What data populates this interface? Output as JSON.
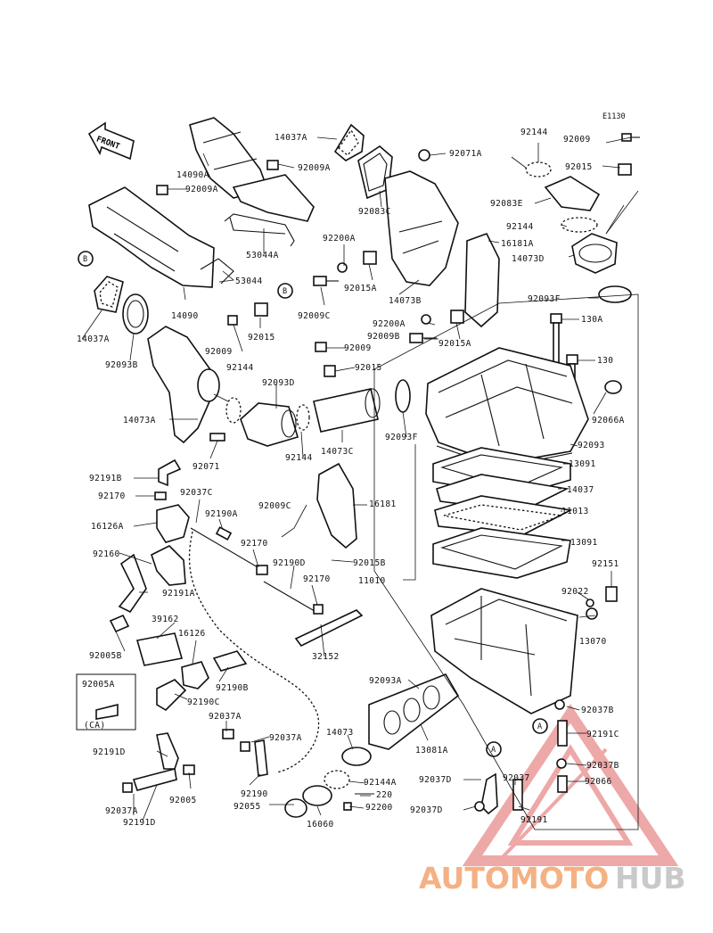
{
  "diagram_code": "E1130",
  "front_label": "FRONT",
  "labels": {
    "l14037A_top": "14037A",
    "l92009A_a": "92009A",
    "l92071A": "92071A",
    "l14090A": "14090A",
    "l92009A_b": "92009A",
    "l92083C": "92083C",
    "l53044A": "53044A",
    "l53044": "53044",
    "l14090": "14090",
    "l14037A_left": "14037A",
    "l92093B": "92093B",
    "l92200A": "92200A",
    "l92015A_a": "92015A",
    "l92009C_a": "92009C",
    "l14073B": "14073B",
    "l92009_a": "92009",
    "l92015_a": "92015",
    "l92200A_b": "92200A",
    "l92009B": "92009B",
    "l92015A_b": "92015A",
    "l92009_b": "92009",
    "l92015_b": "92015",
    "l16181A": "16181A",
    "l14073D": "14073D",
    "l92093F_a": "92093F",
    "l130A": "130A",
    "l130": "130",
    "l92066A": "92066A",
    "l92093": "92093",
    "l13091_a": "13091",
    "l14037": "14037",
    "l11013": "11013",
    "l13091_b": "13091",
    "l92151": "92151",
    "l92022": "92022",
    "l13070": "13070",
    "l11010": "11010",
    "l92144_a": "92144",
    "l92009_c": "92009",
    "l92015_c": "92015",
    "l92083E": "92083E",
    "l92144_b": "92144",
    "l92144_c": "92144",
    "l92093D": "92093D",
    "l92093F_b": "92093F",
    "l14073A": "14073A",
    "l92144_d": "92144",
    "l14073C": "14073C",
    "l92071": "92071",
    "l92191B": "92191B",
    "l92170_a": "92170",
    "l92037C": "92037C",
    "l16126A": "16126A",
    "l92190A": "92190A",
    "l92009C_b": "92009C",
    "l16181": "16181",
    "l92015B": "92015B",
    "l92160": "92160",
    "l92170_b": "92170",
    "l92191A": "92191A",
    "l92190D": "92190D",
    "l92170_c": "92170",
    "l39162": "39162",
    "l16126": "16126",
    "l32152": "32152",
    "l92005B": "92005B",
    "l92190B": "92190B",
    "l92005A": "92005A",
    "l92190C": "92190C",
    "lCA": "(CA)",
    "l92037A_a": "92037A",
    "l92037A_b": "92037A",
    "l92191D_a": "92191D",
    "l92093A": "92093A",
    "l13081A": "13081A",
    "l14073": "14073",
    "l92144A": "92144A",
    "l92037B_a": "92037B",
    "l92191C": "92191C",
    "l92037B_b": "92037B",
    "l92066": "92066",
    "l92037D_a": "92037D",
    "l92037": "92037",
    "l92005": "92005",
    "l92190": "92190",
    "l92055": "92055",
    "l220": "220",
    "l92200": "92200",
    "l16060": "16060",
    "l92037A_c": "92037A",
    "l92191D_b": "92191D",
    "l92037D_b": "92037D",
    "l92191": "92191"
  },
  "callouts": {
    "A": "A",
    "B": "B"
  },
  "watermark": {
    "part1": "AUTOMOTO",
    "part2": "HUB",
    "color1": "#f4b183",
    "color2": "#c9c9c9",
    "triangle_color": "#e88b8b"
  }
}
